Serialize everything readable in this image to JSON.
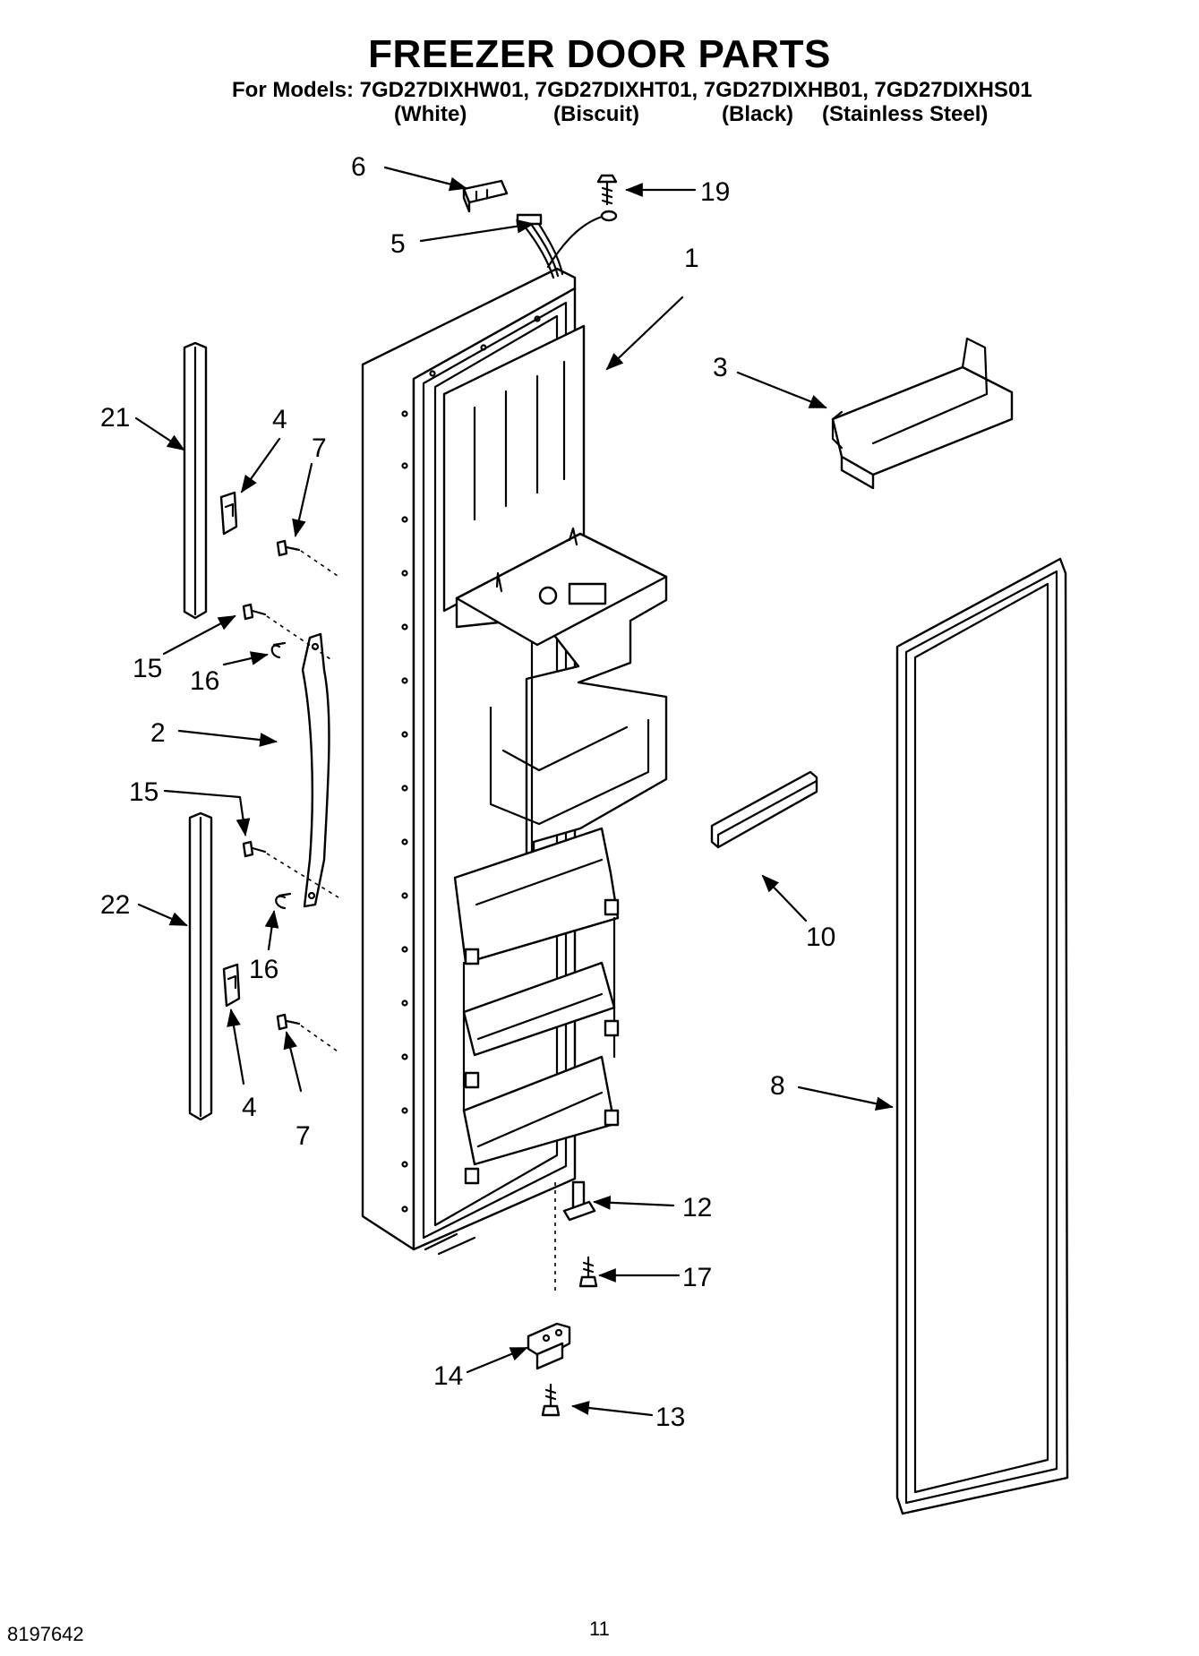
{
  "page": {
    "title": "FREEZER DOOR PARTS",
    "models_line": "For Models: 7GD27DIXHW01, 7GD27DIXHT01, 7GD27DIXHB01, 7GD27DIXHS01",
    "colors": [
      "(White)",
      "(Biscuit)",
      "(Black)",
      "(Stainless Steel)"
    ],
    "doc_number": "8197642",
    "page_number": "11"
  },
  "callouts": [
    {
      "id": "6",
      "label": "6"
    },
    {
      "id": "19",
      "label": "19"
    },
    {
      "id": "5",
      "label": "5"
    },
    {
      "id": "1",
      "label": "1"
    },
    {
      "id": "3",
      "label": "3"
    },
    {
      "id": "21",
      "label": "21"
    },
    {
      "id": "4a",
      "label": "4"
    },
    {
      "id": "7a",
      "label": "7"
    },
    {
      "id": "15a",
      "label": "15"
    },
    {
      "id": "16a",
      "label": "16"
    },
    {
      "id": "2",
      "label": "2"
    },
    {
      "id": "15b",
      "label": "15"
    },
    {
      "id": "22",
      "label": "22"
    },
    {
      "id": "16b",
      "label": "16"
    },
    {
      "id": "4b",
      "label": "4"
    },
    {
      "id": "7b",
      "label": "7"
    },
    {
      "id": "10",
      "label": "10"
    },
    {
      "id": "8",
      "label": "8"
    },
    {
      "id": "12",
      "label": "12"
    },
    {
      "id": "17",
      "label": "17"
    },
    {
      "id": "14",
      "label": "14"
    },
    {
      "id": "13",
      "label": "13"
    }
  ]
}
